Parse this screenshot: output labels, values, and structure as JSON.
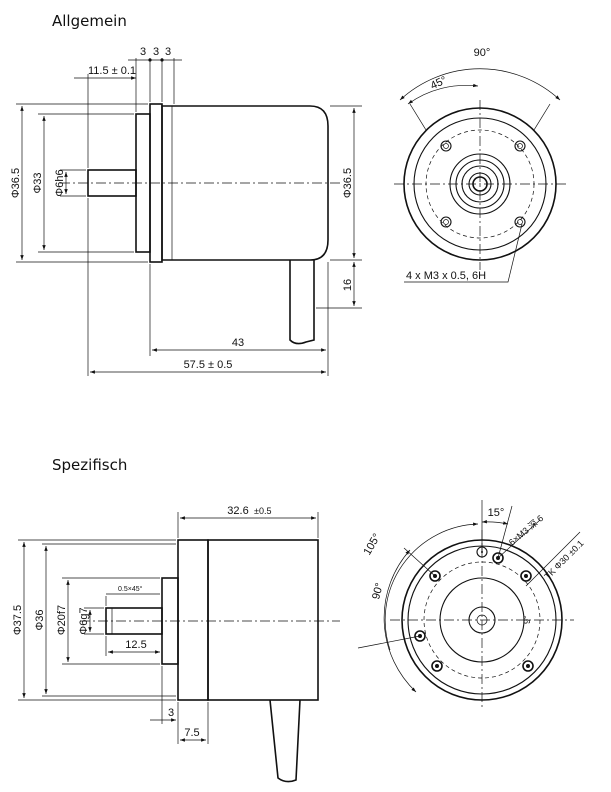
{
  "sections": {
    "general": {
      "title": "Allgemein",
      "dims": {
        "gap1": "3",
        "gap2": "3",
        "gap3": "3",
        "shaft_len": "11.5 ± 0.1",
        "dia_outer_left": "Φ36.5",
        "dia_flange": "Φ33",
        "dia_shaft": "Φ6h6",
        "dia_outer_right": "Φ36.5",
        "cable_offset": "16",
        "body_len": "43",
        "total_len": "57.5 ± 0.5",
        "angle_90": "90°",
        "angle_45": "45°",
        "thread": "4 x M3 x 0.5, 6H"
      }
    },
    "specific": {
      "title": "Spezifisch",
      "dims": {
        "body_len_main": "32.6",
        "body_len_tol": "±0.5",
        "chamfer": "0.5×45°",
        "dia_375": "Φ37.5",
        "dia_36": "Φ36",
        "dia_20f7": "Φ20f7",
        "dia_6g7": "Φ6g7",
        "shaft_len": "12.5",
        "flange_thk": "3",
        "spigot_len": "7.5",
        "angle_15": "15°",
        "angle_105": "105°",
        "angle_90": "90°",
        "thread": "6×M3 深 6",
        "bolt_circle": "TK Φ30 ±0.1",
        "mark": "9°"
      }
    }
  }
}
